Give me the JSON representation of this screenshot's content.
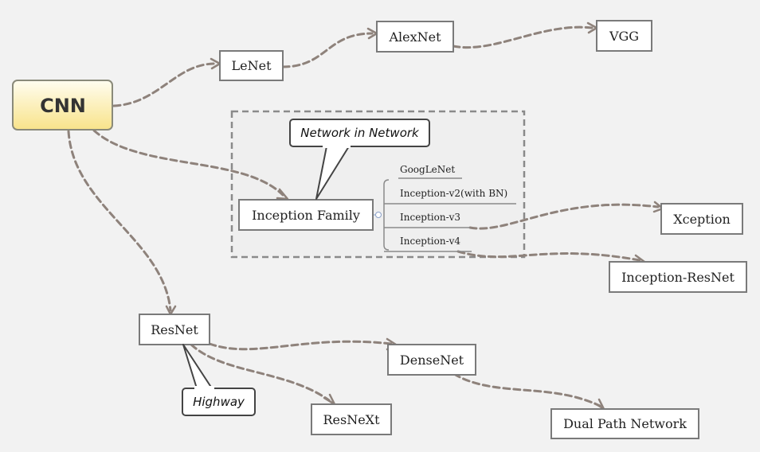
{
  "root": {
    "label": "CNN"
  },
  "nodes": {
    "lenet": "LeNet",
    "alexnet": "AlexNet",
    "vgg": "VGG",
    "inception_family": "Inception Family",
    "xception": "Xception",
    "inception_resnet": "Inception-ResNet",
    "resnet": "ResNet",
    "densenet": "DenseNet",
    "resnext": "ResNeXt",
    "dual_path_network": "Dual Path Network"
  },
  "inception_versions": [
    "GoogLeNet",
    "Inception-v2(with BN)",
    "Inception-v3",
    "Inception-v4"
  ],
  "callouts": {
    "network_in_network": "Network in Network",
    "highway": "Highway"
  },
  "colors": {
    "background": "#f2f2f2",
    "edge": "#8e827b",
    "root_gradient_top": "#fffbe6",
    "root_gradient_bottom": "#f8e38a",
    "root_border": "#8a8a7a"
  }
}
